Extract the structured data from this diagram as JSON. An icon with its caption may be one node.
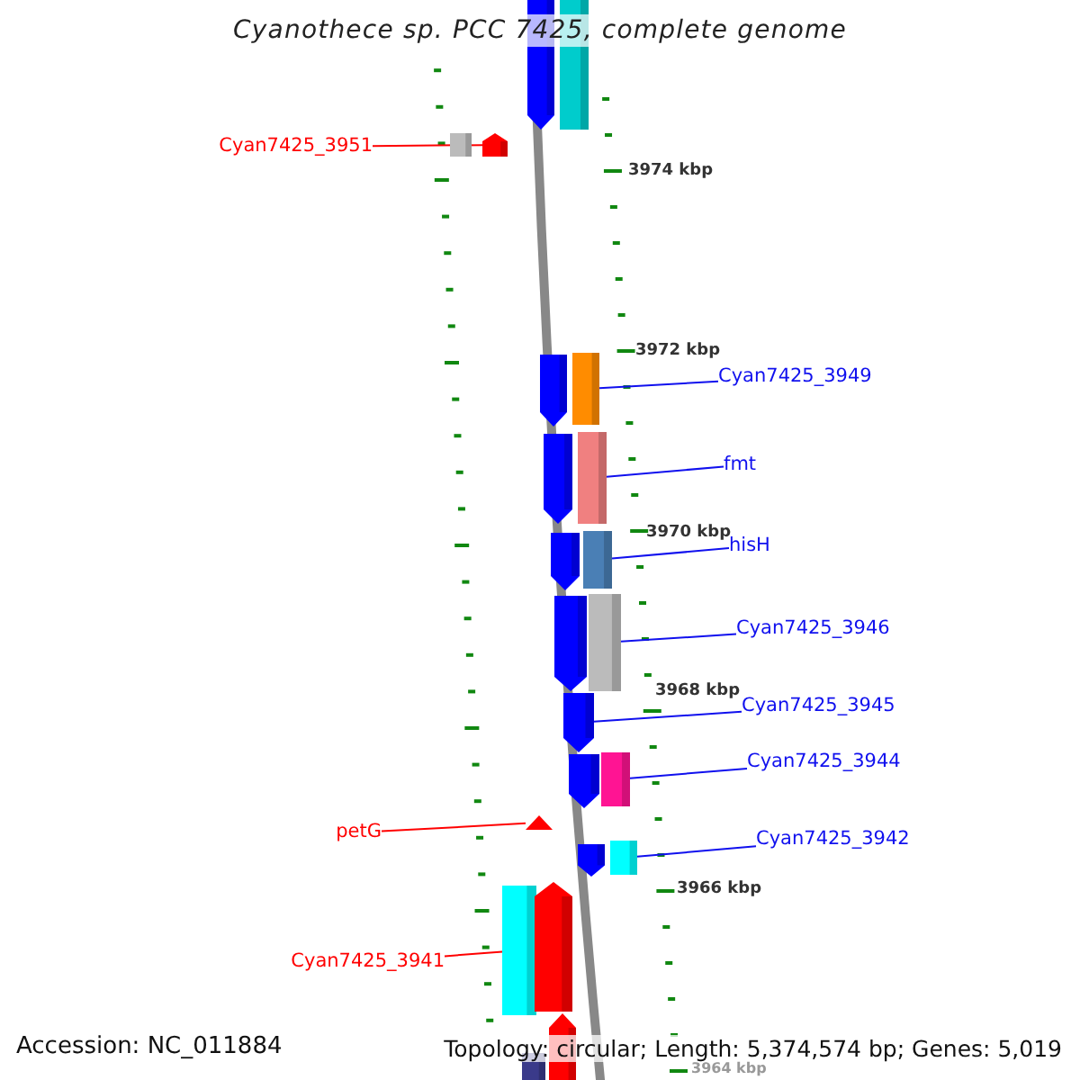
{
  "diagram": {
    "title": "Cyanothece sp. PCC 7425, complete genome",
    "nodes": [
      {
        "text": [
          "Cyan7425_3951"
        ]
      },
      {
        "text": [],
        "shape": "pentagon"
      },
      {
        "text": [
          "Cyan7425_3949"
        ]
      },
      {
        "text": [],
        "shape": "bar"
      },
      {
        "text": [
          "fmt"
        ]
      },
      {
        "text": [],
        "shape": "bar"
      },
      {
        "text": [
          "hisH"
        ]
      },
      {
        "text": [],
        "shape": "bar"
      },
      {
        "text": [
          "Cyan7425_3946"
        ]
      },
      {
        "text": [],
        "shape": "bar"
      },
      {
        "text": [
          "Cyan7425_3945"
        ]
      },
      {
        "text": [],
        "shape": "pentagon"
      },
      {
        "text": [
          "Cyan7425_3944"
        ]
      },
      {
        "text": [],
        "shape": "bar"
      },
      {
        "text": [
          "petG"
        ]
      },
      {
        "text": [],
        "shape": "triangle"
      },
      {
        "text": [
          "Cyan7425_3942"
        ]
      },
      {
        "text": [],
        "shape": "bar"
      },
      {
        "text": [
          "Cyan7425_3941"
        ]
      },
      {
        "text": [],
        "shape": "bar"
      },
      {
        "text": [],
        "shape": "pentagon"
      },
      {
        "text": [],
        "shape": "bar"
      },
      {
        "text": [],
        "shape": "bar"
      },
      {
        "text": [],
        "shape": "pentagon"
      },
      {
        "text": [],
        "shape": "pentagon"
      },
      {
        "text": [],
        "shape": "pentagon"
      },
      {
        "text": [],
        "shape": "pentagon"
      },
      {
        "text": [],
        "shape": "pentagon"
      },
      {
        "text": [],
        "shape": "pentagon"
      },
      {
        "text": [],
        "shape": "pentagon"
      },
      {
        "text": [],
        "shape": "pentagon"
      },
      {
        "text": [],
        "shape": "bar"
      }
    ],
    "edges": [
      {
        "from": 0,
        "to": 1,
        "arrow": "none",
        "color": "#ff0000"
      },
      {
        "from": 2,
        "to": 3,
        "arrow": "none"
      },
      {
        "from": 4,
        "to": 5,
        "arrow": "none"
      },
      {
        "from": 6,
        "to": 7,
        "arrow": "none"
      },
      {
        "from": 8,
        "to": 9,
        "arrow": "none"
      },
      {
        "from": 10,
        "to": 11,
        "arrow": "none"
      },
      {
        "from": 12,
        "to": 13,
        "arrow": "none"
      },
      {
        "from": 14,
        "to": 15,
        "arrow": "none",
        "color": "#ff0000"
      },
      {
        "from": 16,
        "to": 17,
        "arrow": "none"
      },
      {
        "from": 18,
        "to": 19,
        "arrow": "none",
        "color": "#ff0000"
      }
    ],
    "labels": [
      "3974 kbp",
      "3972 kbp",
      "3970 kbp",
      "3968 kbp",
      "3966 kbp",
      "Accession: NC_011884",
      "Topology: circular; Length: 5,374,574 bp; Genes: 5,019",
      "3964 kbp"
    ]
  }
}
